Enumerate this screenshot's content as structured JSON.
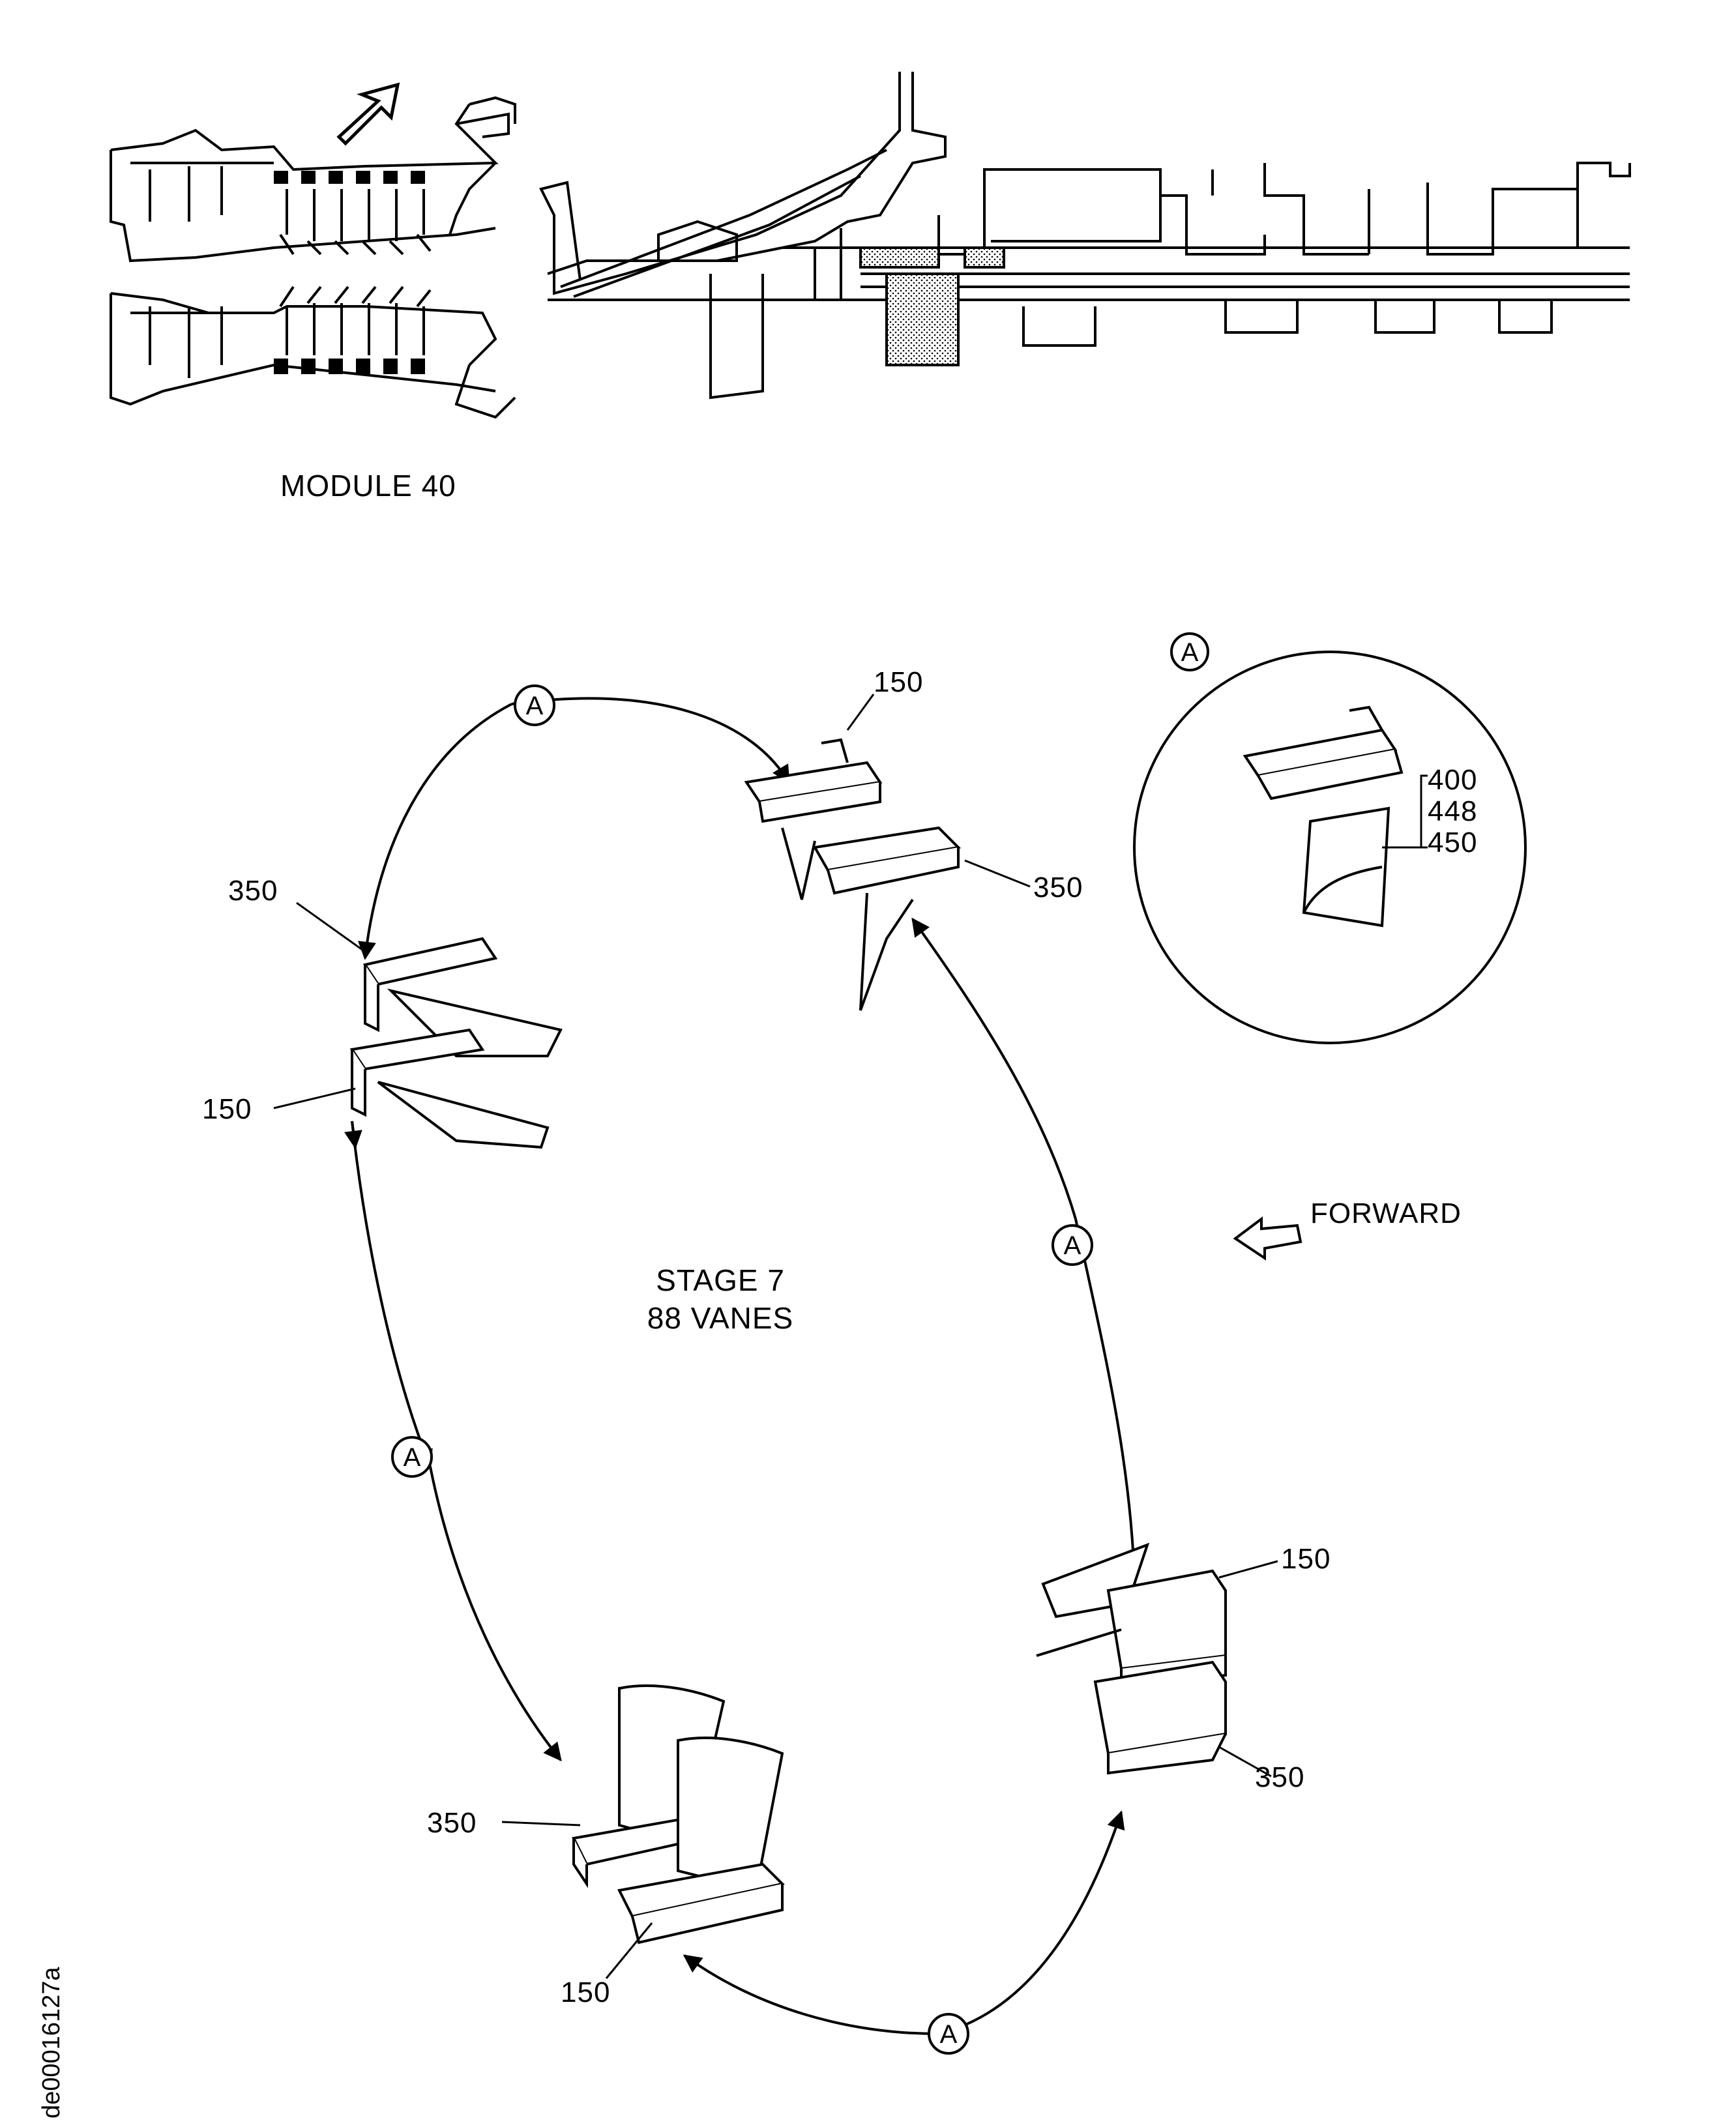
{
  "module_caption": "MODULE 40",
  "stage": {
    "line1": "STAGE 7",
    "line2": "88 VANES"
  },
  "forward_label": "FORWARD",
  "view_callout": "A",
  "detail_view": {
    "view": "A",
    "part_numbers": [
      "400",
      "448",
      "450"
    ]
  },
  "part_labels": {
    "p150_top": "150",
    "p350_top": "350",
    "p350_left": "350",
    "p150_left": "150",
    "p150_right": "150",
    "p350_right": "350",
    "p350_bottom": "350",
    "p150_bottom": "150"
  },
  "doc_id": "de00016127a"
}
